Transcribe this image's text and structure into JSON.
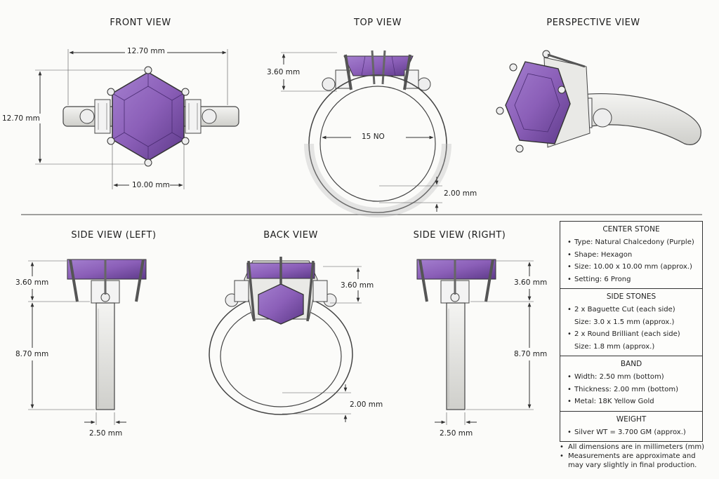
{
  "views": {
    "front": "FRONT VIEW",
    "top": "TOP VIEW",
    "perspective": "PERSPECTIVE VIEW",
    "side_left": "SIDE VIEW (LEFT)",
    "back": "BACK VIEW",
    "side_right": "SIDE VIEW (RIGHT)"
  },
  "dimensions": {
    "front_width": "12.70 mm",
    "front_height": "12.70 mm",
    "front_stone": "10.00 mm",
    "top_height": "3.60 mm",
    "top_size": "15 NO",
    "top_band": "2.00 mm",
    "left_upper": "3.60 mm",
    "left_lower": "8.70 mm",
    "left_band": "2.50 mm",
    "back_upper": "3.60 mm",
    "back_band": "2.00 mm",
    "right_upper": "3.60 mm",
    "right_lower": "8.70 mm",
    "right_band": "2.50 mm"
  },
  "specs": {
    "center": {
      "heading": "CENTER STONE",
      "type": "Type:  Natural Chalcedony (Purple)",
      "shape": "Shape:  Hexagon",
      "size": "Size:  10.00 x 10.00 mm (approx.)",
      "setting": "Setting:  6 Prong"
    },
    "side": {
      "heading": "SIDE STONES",
      "baguette": "2 x Baguette Cut (each side)",
      "baguette_size": "Size:  3.0 x 1.5 mm (approx.)",
      "round": "2 x Round Brilliant (each side)",
      "round_size": "Size:  1.8 mm (approx.)"
    },
    "band": {
      "heading": "BAND",
      "width": "Width:  2.50 mm (bottom)",
      "thickness": "Thickness:  2.00 mm (bottom)",
      "metal": "Metal:  18K Yellow Gold"
    },
    "weight": {
      "heading": "WEIGHT",
      "value": "Silver WT = 3.700 GM (approx.)"
    }
  },
  "notes": {
    "n1": "All dimensions are in millimeters (mm)",
    "n2": "Measurements are approximate and may vary slightly in final production."
  },
  "bullet": "•",
  "colors": {
    "amethyst": "#8b5fb8",
    "amethyst_dark": "#5e3a8a",
    "metal": "#e6e6e3",
    "line": "#333333"
  }
}
